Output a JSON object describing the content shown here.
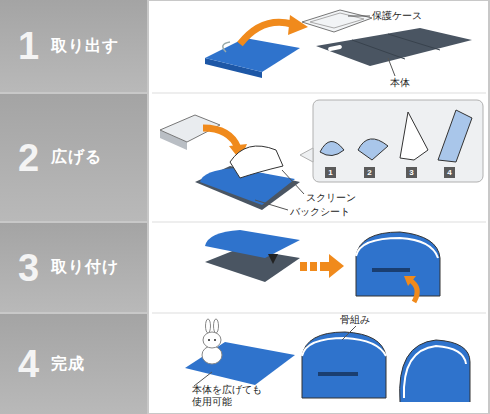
{
  "diagram": {
    "nodes": [
      {
        "text": [
          "1",
          "取り出す"
        ]
      },
      {
        "text": [
          "2",
          "広げる"
        ]
      },
      {
        "text": [
          "3",
          "取り付け"
        ]
      },
      {
        "text": [
          "4",
          "完成"
        ]
      },
      {
        "text": [
          "1"
        ]
      },
      {
        "text": [
          "2"
        ]
      },
      {
        "text": [
          "3"
        ]
      },
      {
        "text": [
          "4"
        ]
      }
    ],
    "labels": [
      "保護ケース",
      "本体",
      "スクリーン",
      "バックシート",
      "骨組み",
      "本体を広げても 使用可能"
    ]
  }
}
